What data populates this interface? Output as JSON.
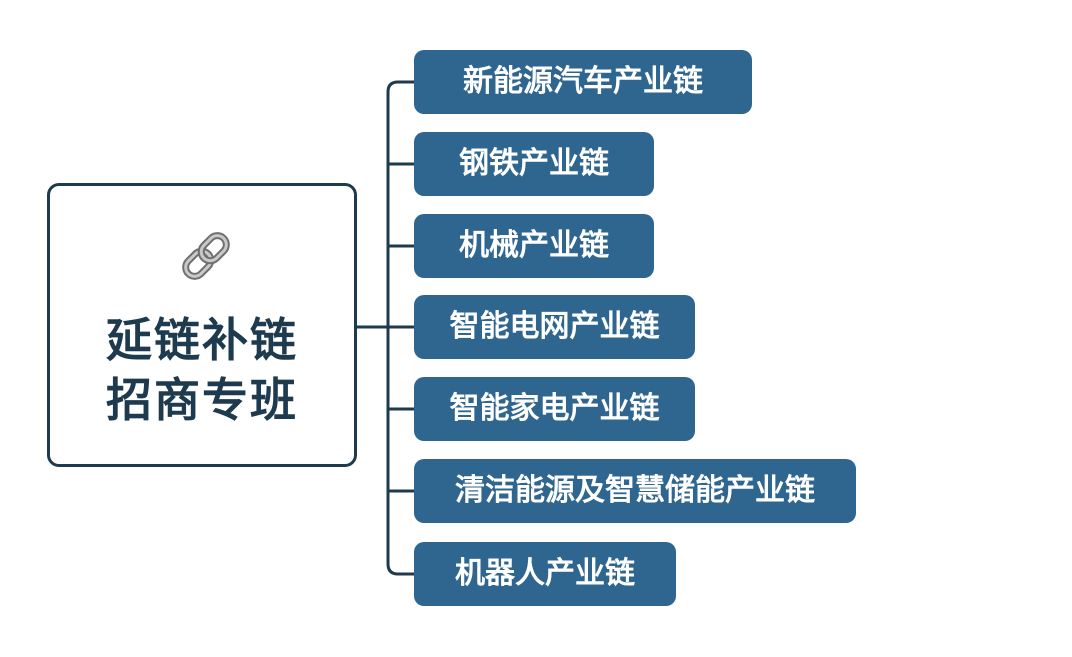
{
  "root": {
    "title_line1": "延链补链",
    "title_line2": "招商专班",
    "icon": "chain-link-icon"
  },
  "branches": [
    {
      "label": "新能源汽车产业链"
    },
    {
      "label": "钢铁产业链"
    },
    {
      "label": "机械产业链"
    },
    {
      "label": "智能电网产业链"
    },
    {
      "label": "智能家电产业链"
    },
    {
      "label": "清洁能源及智慧储能产业链"
    },
    {
      "label": "机器人产业链"
    }
  ],
  "colors": {
    "branch_fill": "#2f6690",
    "connector": "#1d3a4f",
    "root_border": "#1d3a4f",
    "root_text": "#1d3a4f",
    "icon": "#9a9a9a"
  }
}
